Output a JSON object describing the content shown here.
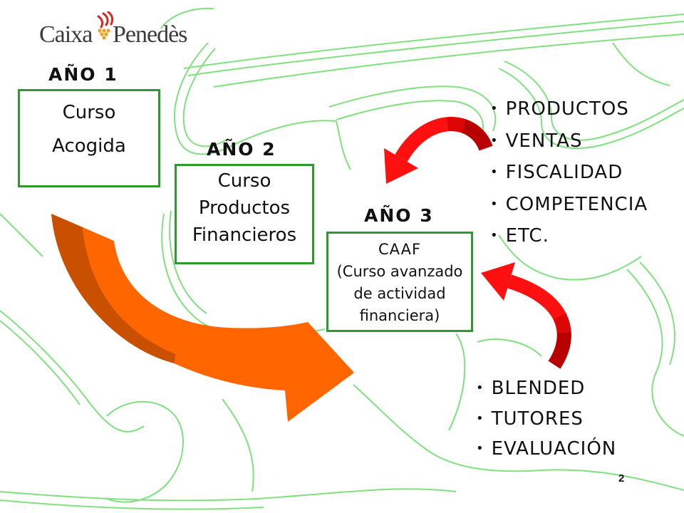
{
  "logo": {
    "word_left": "Caixa",
    "word_right": "Penedès",
    "icon": "flame-grapes-icon"
  },
  "stages": [
    {
      "year": "AÑO 1",
      "lines": [
        "Curso",
        "Acogida"
      ]
    },
    {
      "year": "AÑO 2",
      "lines": [
        "Curso",
        "Productos",
        "Financieros"
      ]
    },
    {
      "year": "AÑO 3",
      "lines": [
        "CAAF",
        "(Curso avanzado",
        "de actividad",
        "financiera)"
      ]
    }
  ],
  "topics": [
    "PRODUCTOS",
    "VENTAS",
    "FISCALIDAD",
    "COMPETENCIA",
    "ETC."
  ],
  "methods": [
    "BLENDED",
    "TUTORES",
    "EVALUACIÓN"
  ],
  "page_number": "2",
  "colors": {
    "box_border": "#2e9a2e",
    "arrow_orange": "#ff6600",
    "arrow_orange_dark": "#c85000",
    "arrow_red": "#ff1010",
    "arrow_red_mid": "#dd0606",
    "arrow_red_dark": "#b80000",
    "background_lines": "#80e080",
    "logo_red": "#d8261c",
    "logo_gold": "#f0a020",
    "logo_text": "#3c3c3c",
    "text": "#111111"
  }
}
